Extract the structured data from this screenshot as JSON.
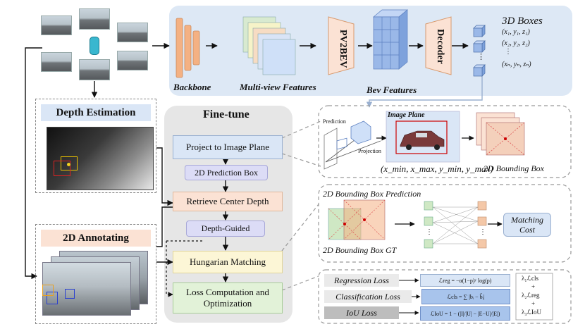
{
  "pipeline": {
    "backbone": "Backbone",
    "multiview": "Multi-view Features",
    "pv2bev": "PV2BEV",
    "bev_features": "Bev Features",
    "decoder": "Decoder",
    "boxes_title": "3D Boxes",
    "box_coords": [
      "(x₁, y₁, z₁)",
      "(x₂, y₂, z₂)",
      "⋮",
      "(xₙ, yₙ, zₙ)"
    ]
  },
  "left": {
    "depth_title": "Depth Estimation",
    "annot_title": "2D Annotating"
  },
  "finetune": {
    "title": "Fine-tune",
    "project": "Project to Image Plane",
    "pred_box": "2D Prediction Box",
    "retrieve": "Retrieve Center Depth",
    "depth_guided": "Depth-Guided",
    "hungarian": "Hungarian Matching",
    "loss": "Loss Computation and Optimization"
  },
  "projection": {
    "prediction": "Prediction",
    "projection": "Projection",
    "image_plane": "Image Plane",
    "coords": "(x_min, x_max, y_min, y_max)",
    "bbox2d": "2D Bounding Box"
  },
  "matching": {
    "pred_title": "2D Bounding Box Prediction",
    "gt_title": "2D Bounding Box GT",
    "cost": "Matching Cost",
    "dots": "⋮"
  },
  "losses": {
    "regression": "Regression Loss",
    "classification": "Classification Loss",
    "iou": "IoU Loss",
    "reg_formula": "ℒreg = −α(1−p)ʸ log(p)",
    "cls_formula": "ℒcls = ∑ |bᵢ − b̂ᵢ|",
    "iou_formula": "ℒIoU = 1 − (|I|/|U| − |E−U|/|E|)",
    "weights": [
      "λ₁ℒcls",
      "+",
      "λ₂ℒreg",
      "+",
      "λ₃ℒIoU"
    ]
  },
  "colors": {
    "top_panel": "#dde8f5",
    "finetune_panel": "#e6e6e6",
    "blue_box": "#dae6f6",
    "peach_box": "#fbe2d4",
    "lavender_box": "#dcdcf6",
    "yellow_box": "#fcf6d6",
    "green_box": "#e2f2d8",
    "orange": "#f4b183",
    "bev_blue": "#9ab8e8"
  }
}
